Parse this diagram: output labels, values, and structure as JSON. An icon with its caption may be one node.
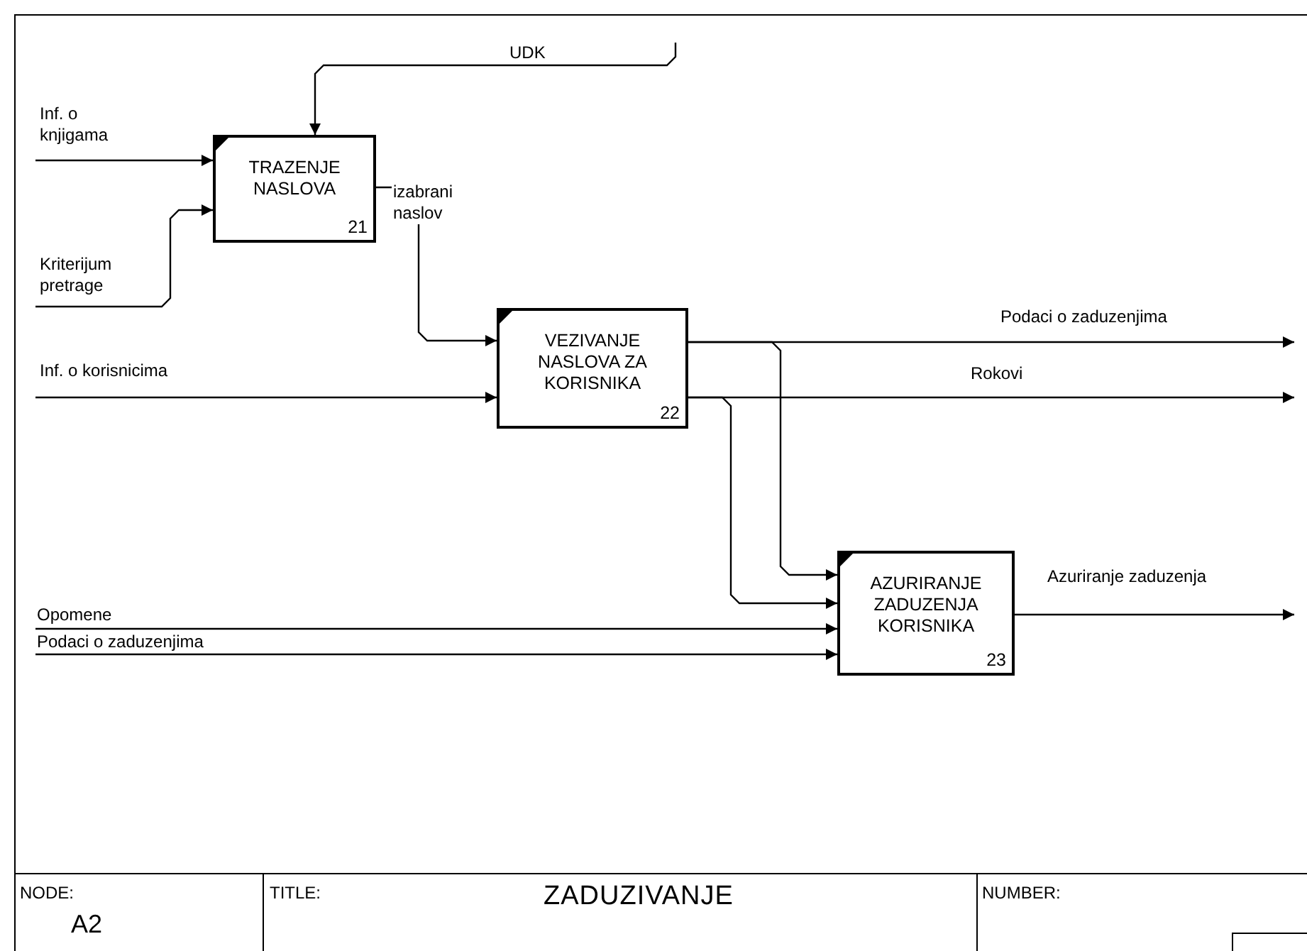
{
  "diagram": {
    "title": "ZADUZIVANJE",
    "nodes": [
      {
        "text": [
          "TRAZENJE NASLOVA",
          "21"
        ]
      },
      {
        "text": [
          "VEZIVANJE NASLOVA ZA KORISNIKA",
          "22"
        ]
      },
      {
        "text": [
          "AZURIRANJE ZADUZENJA KORISNIKA",
          "23"
        ]
      }
    ],
    "edges": [
      {
        "from": null,
        "to": 0,
        "arrow": "to",
        "label": "UDK"
      },
      {
        "from": null,
        "to": 0,
        "arrow": "to",
        "label": "Inf. o knjigama"
      },
      {
        "from": null,
        "to": 0,
        "arrow": "to",
        "label": "Kriterijum pretrage"
      },
      {
        "from": 0,
        "to": 1,
        "arrow": "to",
        "label": "izabrani naslov"
      },
      {
        "from": null,
        "to": 1,
        "arrow": "to",
        "label": "Inf. o korisnicima"
      },
      {
        "from": 1,
        "to": null,
        "arrow": "to",
        "label": "Podaci o zaduzenjima"
      },
      {
        "from": 1,
        "to": null,
        "arrow": "to",
        "label": "Rokovi"
      },
      {
        "from": 1,
        "to": 2,
        "arrow": "to"
      },
      {
        "from": 1,
        "to": 2,
        "arrow": "to"
      },
      {
        "from": null,
        "to": 2,
        "arrow": "to",
        "label": "Opomene"
      },
      {
        "from": null,
        "to": 2,
        "arrow": "to",
        "label": "Podaci o zaduzenjima"
      },
      {
        "from": 2,
        "to": null,
        "arrow": "to",
        "label": "Azuriranje zaduzenja"
      }
    ],
    "labels": [
      "NODE:",
      "A2",
      "TITLE:",
      "NUMBER:"
    ]
  }
}
